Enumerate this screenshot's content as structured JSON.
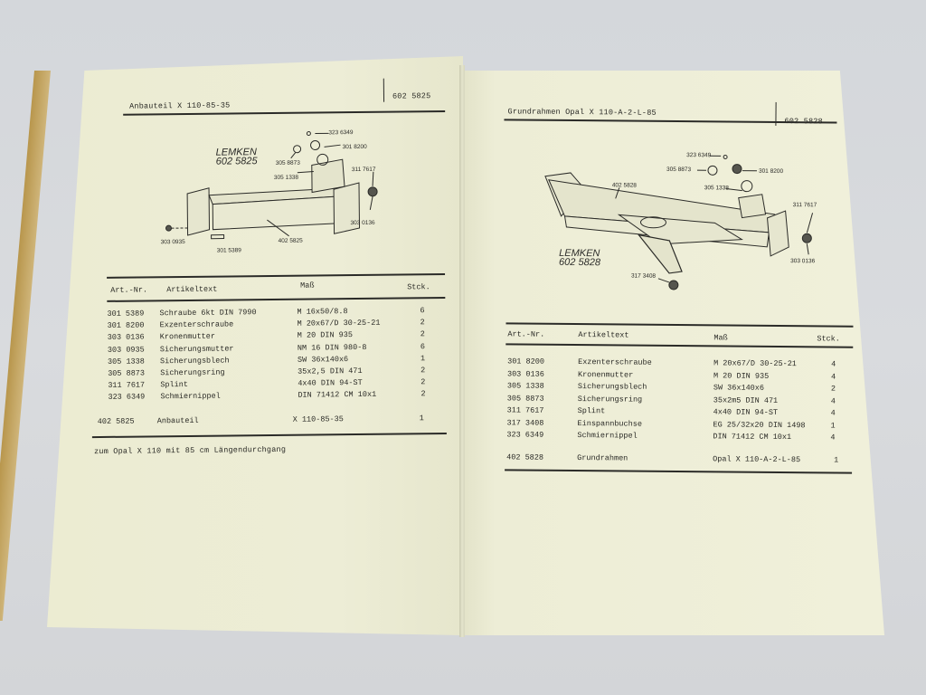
{
  "left_page": {
    "title": "Anbauteil X 110-85-35",
    "number": "602 5825",
    "drawing": {
      "brand": "LEMKEN",
      "brand_number": "602 5825",
      "labels": [
        "323 6349",
        "301 8200",
        "305 8873",
        "305 1338",
        "311 7617",
        "303 0136",
        "303 0935",
        "301 5389",
        "402 5825"
      ]
    },
    "columns": [
      "Art.-Nr.",
      "Artikeltext",
      "Maß",
      "Stck."
    ],
    "rows": [
      {
        "art": "301 5389",
        "text": "Schraube 6kt DIN 7990",
        "mass": "M 16x50/8.8",
        "qty": "6"
      },
      {
        "art": "301 8200",
        "text": "Exzenterschraube",
        "mass": "M 20x67/D 30-25-21",
        "qty": "2"
      },
      {
        "art": "303 0136",
        "text": "Kronenmutter",
        "mass": "M 20 DIN 935",
        "qty": "2"
      },
      {
        "art": "303 0935",
        "text": "Sicherungsmutter",
        "mass": "NM 16 DIN 980-8",
        "qty": "6"
      },
      {
        "art": "305 1338",
        "text": "Sicherungsblech",
        "mass": "SW 36x140x6",
        "qty": "1"
      },
      {
        "art": "305 8873",
        "text": "Sicherungsring",
        "mass": "35x2,5 DIN 471",
        "qty": "2"
      },
      {
        "art": "311 7617",
        "text": "Splint",
        "mass": "4x40 DIN 94-ST",
        "qty": "2"
      },
      {
        "art": "323 6349",
        "text": "Schmiernippel",
        "mass": "DIN 71412 CM 10x1",
        "qty": "2"
      }
    ],
    "total": {
      "art": "402 5825",
      "text": "Anbauteil",
      "mass": "X 110-85-35",
      "qty": "1"
    },
    "note": "zum Opal X 110 mit 85 cm Längendurchgang"
  },
  "right_page": {
    "title": "Grundrahmen Opal X 110-A-2-L-85",
    "number": "602 5828",
    "drawing": {
      "brand": "LEMKEN",
      "brand_number": "602 5828",
      "labels": [
        "323 6349",
        "305 8873",
        "301 8200",
        "402 5828",
        "305 1338",
        "311 7617",
        "303 0136",
        "317 3408"
      ]
    },
    "columns": [
      "Art.-Nr.",
      "Artikeltext",
      "Maß",
      "Stck."
    ],
    "rows": [
      {
        "art": "301 8200",
        "text": "Exzenterschraube",
        "mass": "M 20x67/D 30-25-21",
        "qty": "4"
      },
      {
        "art": "303 0136",
        "text": "Kronenmutter",
        "mass": "M 20 DIN 935",
        "qty": "4"
      },
      {
        "art": "305 1338",
        "text": "Sicherungsblech",
        "mass": "SW 36x140x6",
        "qty": "2"
      },
      {
        "art": "305 8873",
        "text": "Sicherungsring",
        "mass": "35x2m5 DIN 471",
        "qty": "4"
      },
      {
        "art": "311 7617",
        "text": "Splint",
        "mass": "4x40 DIN 94-ST",
        "qty": "4"
      },
      {
        "art": "317 3408",
        "text": "Einspannbuchse",
        "mass": "EG 25/32x20 DIN 1498",
        "qty": "1"
      },
      {
        "art": "323 6349",
        "text": "Schmiernippel",
        "mass": "DIN 71412 CM 10x1",
        "qty": "4"
      }
    ],
    "total": {
      "art": "402 5828",
      "text": "Grundrahmen",
      "mass": "Opal X 110-A-2-L-85",
      "qty": "1"
    }
  },
  "colors": {
    "paper": "#ededd6",
    "ink": "#2a2a26",
    "background": "#d7d9dc",
    "spine_edge": "#c4a868"
  }
}
